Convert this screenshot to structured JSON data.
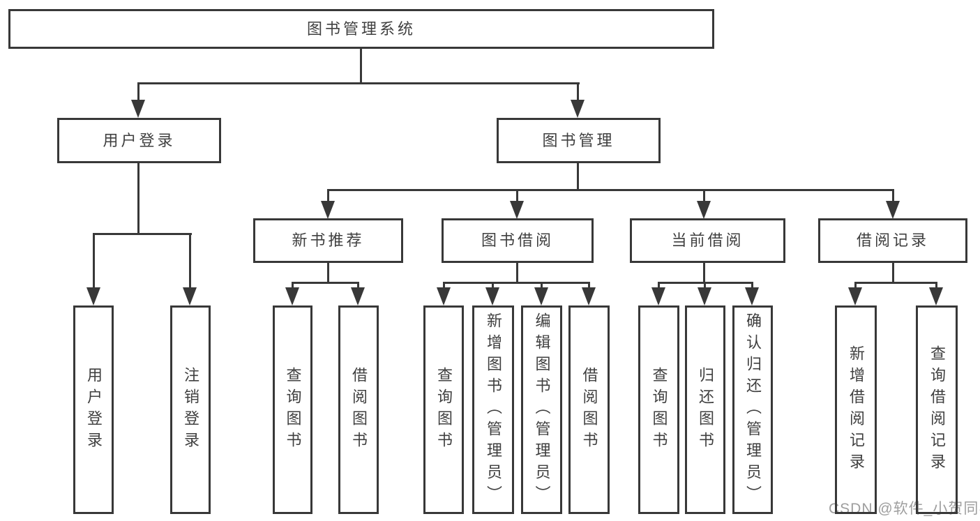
{
  "tree": {
    "root": {
      "label": "图书管理系统"
    },
    "branches": [
      {
        "label": "用户登录",
        "children": [
          {
            "label": "用户登录"
          },
          {
            "label": "注销登录"
          }
        ]
      },
      {
        "label": "图书管理",
        "children": [
          {
            "label": "新书推荐",
            "children": [
              {
                "label": "查询图书"
              },
              {
                "label": "借阅图书"
              }
            ]
          },
          {
            "label": "图书借阅",
            "children": [
              {
                "label": "查询图书"
              },
              {
                "label": "新增图书（管理员）"
              },
              {
                "label": "编辑图书（管理员）"
              },
              {
                "label": "借阅图书"
              }
            ]
          },
          {
            "label": "当前借阅",
            "children": [
              {
                "label": "查询图书"
              },
              {
                "label": "归还图书"
              },
              {
                "label": "确认归还（管理员）"
              }
            ]
          },
          {
            "label": "借阅记录",
            "children": [
              {
                "label": "新增借阅记录"
              },
              {
                "label": "查询借阅记录"
              }
            ]
          }
        ]
      }
    ]
  },
  "watermark": "CSDN @软件_小贺同学",
  "colors": {
    "line": "#383838",
    "text": "#3f3f3f",
    "watermark": "#9e9e9e",
    "bg": "#ffffff"
  }
}
